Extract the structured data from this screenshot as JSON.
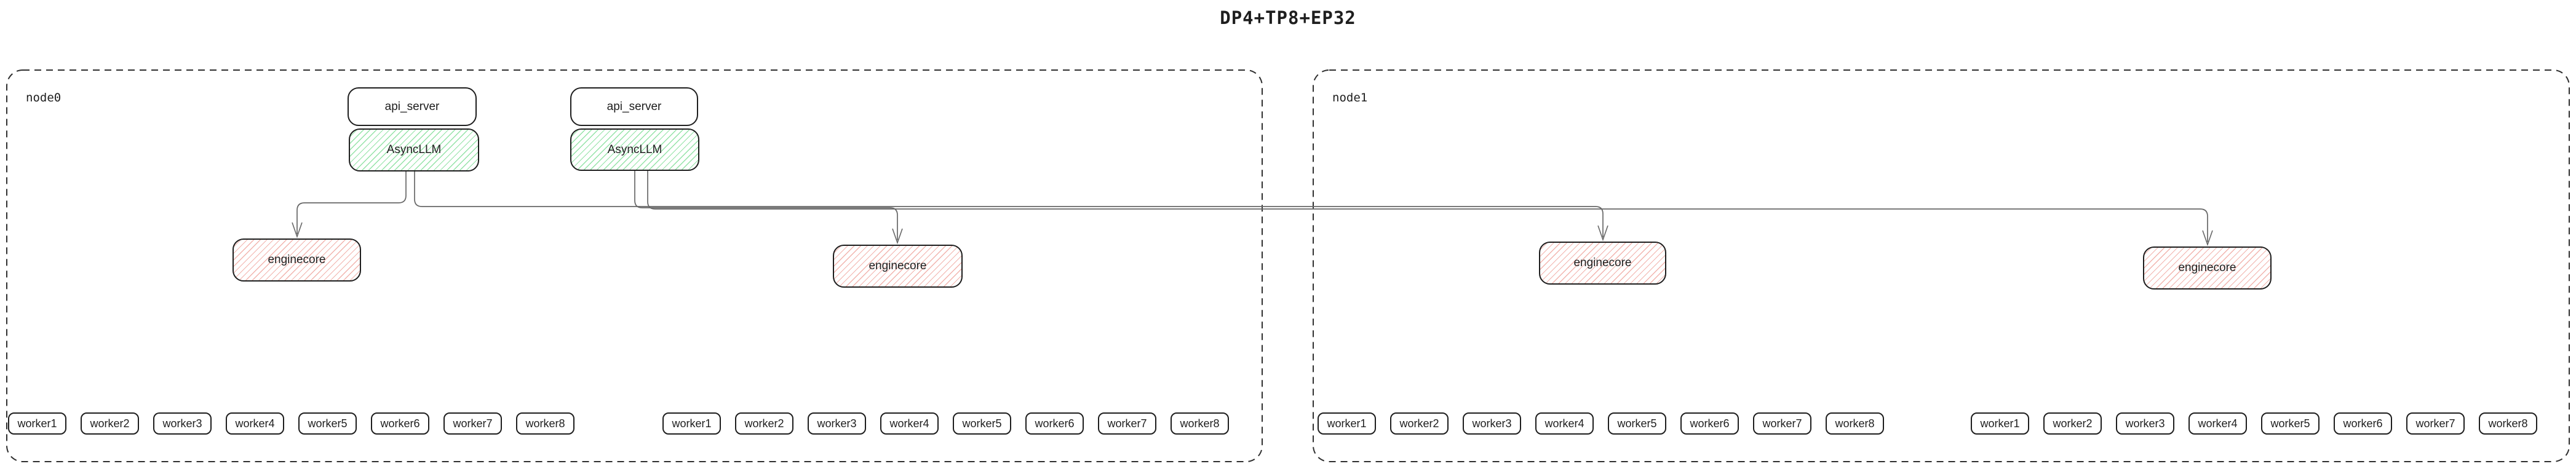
{
  "title": "DP4+TP8+EP32",
  "nodes": [
    {
      "id": "node0",
      "label": "node0",
      "frontends": [
        {
          "api_server": "api_server",
          "async_llm": "AsyncLLM"
        },
        {
          "api_server": "api_server",
          "async_llm": "AsyncLLM"
        }
      ],
      "enginecores": [
        "enginecore",
        "enginecore"
      ],
      "worker_groups": [
        [
          "worker1",
          "worker2",
          "worker3",
          "worker4",
          "worker5",
          "worker6",
          "worker7",
          "worker8"
        ],
        [
          "worker1",
          "worker2",
          "worker3",
          "worker4",
          "worker5",
          "worker6",
          "worker7",
          "worker8"
        ]
      ]
    },
    {
      "id": "node1",
      "label": "node1",
      "frontends": [],
      "enginecores": [
        "enginecore",
        "enginecore"
      ],
      "worker_groups": [
        [
          "worker1",
          "worker2",
          "worker3",
          "worker4",
          "worker5",
          "worker6",
          "worker7",
          "worker8"
        ],
        [
          "worker1",
          "worker2",
          "worker3",
          "worker4",
          "worker5",
          "worker6",
          "worker7",
          "worker8"
        ]
      ]
    }
  ],
  "edges": [
    {
      "from": "node0-asyncllm-1",
      "to": "node0-enginecore-1"
    },
    {
      "from": "node0-asyncllm-1",
      "to": "node1-enginecore-1"
    },
    {
      "from": "node0-asyncllm-2",
      "to": "node0-enginecore-2"
    },
    {
      "from": "node0-asyncllm-2",
      "to": "node1-enginecore-2"
    }
  ],
  "colors": {
    "box_border": "#1e1e1e",
    "edge_stroke": "#676767",
    "green_hatch": "#94e3a7",
    "red_hatch": "#f2b4ae",
    "node_border": "#2f2f2f",
    "background": "#ffffff"
  }
}
